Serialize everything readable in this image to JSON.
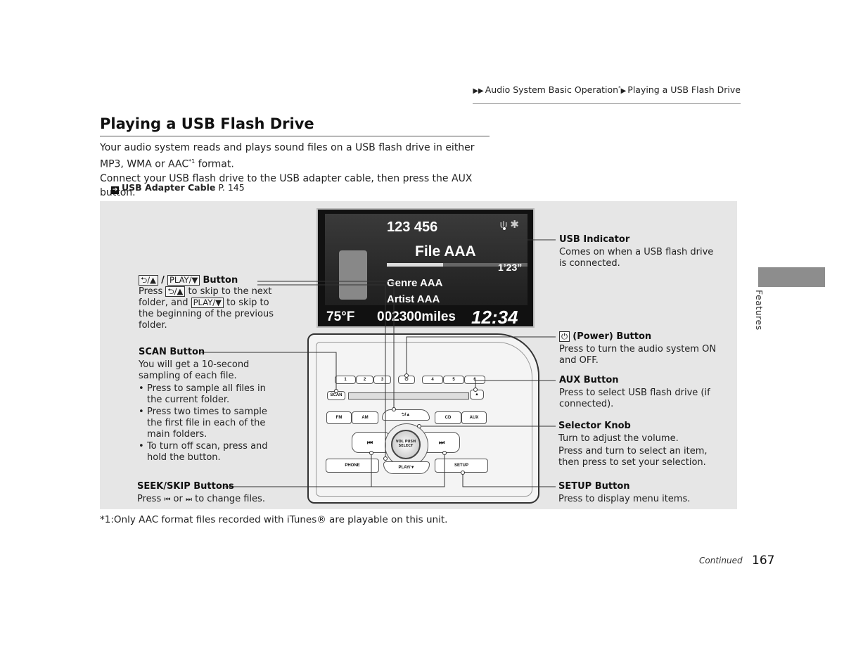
{
  "header": {
    "crumb_1": "Audio System Basic Operation",
    "crumb_1_mark": "*",
    "crumb_2": "Playing a USB Flash Drive"
  },
  "title": "Playing a USB Flash Drive",
  "intro": {
    "line_1a": "Your audio system reads and plays sound files on a USB flash drive in either MP3, WMA or AAC",
    "line_1_mark": "*1",
    "line_1b": " format.",
    "line_2": "Connect your USB flash drive to the USB adapter cable, then press the AUX button."
  },
  "reference": {
    "label": "USB Adapter Cable",
    "page": "P. 145"
  },
  "screen": {
    "counts": "123  456",
    "file": "File AAA",
    "progress_fraction": 0.4,
    "time": "1’23”",
    "genre": "Genre AAA",
    "artist": "Artist AAA",
    "temperature": "75°F",
    "odometer": "002300miles",
    "clock": "12:34"
  },
  "console": {
    "presets": [
      "1",
      "2",
      "3",
      "⏻",
      "4",
      "5",
      "6"
    ],
    "scan": "SCAN",
    "eject": "▲",
    "back_play": "⮌/▲",
    "fm": "FM",
    "am": "AM",
    "cd": "CD",
    "aux": "AUX",
    "prev": "⏮",
    "next": "⏭",
    "knob": "VOL PUSH SELECT",
    "phone": "PHONE",
    "play": "PLAY/▼",
    "setup": "SETUP"
  },
  "callouts": {
    "back_play": {
      "key_1": "⮌/▲",
      "sep": "/",
      "key_2": "PLAY/▼",
      "title": "Button",
      "t1": "Press",
      "t2": "to skip to the next folder, and",
      "t3": "to skip to the beginning of the previous folder."
    },
    "scan": {
      "title": "SCAN Button",
      "text": "You will get a 10-second sampling of each file.",
      "bullets": [
        "Press to sample all files in the current folder.",
        "Press two times to sample the first file in each of the main folders.",
        "To turn off scan, press and hold the button."
      ]
    },
    "seek": {
      "title": "SEEK/SKIP Buttons",
      "t1": "Press",
      "t2": "or",
      "t3": "to change files."
    },
    "usb_indicator": {
      "title": "USB Indicator",
      "text": "Comes on when a USB flash drive is connected."
    },
    "power": {
      "title": "(Power) Button",
      "text": "Press to turn the audio system ON and OFF."
    },
    "aux": {
      "title": "AUX Button",
      "text": "Press to select USB flash drive (if connected)."
    },
    "selector": {
      "title": "Selector Knob",
      "text_1": "Turn to adjust the volume.",
      "text_2": "Press and turn to select an item, then press to set your selection."
    },
    "setup": {
      "title": "SETUP Button",
      "text": "Press to display menu items."
    }
  },
  "footnote": "*1:Only AAC format files recorded with iTunes® are playable on this unit.",
  "footer": {
    "continued": "Continued",
    "page": "167"
  },
  "side_label": "Features"
}
